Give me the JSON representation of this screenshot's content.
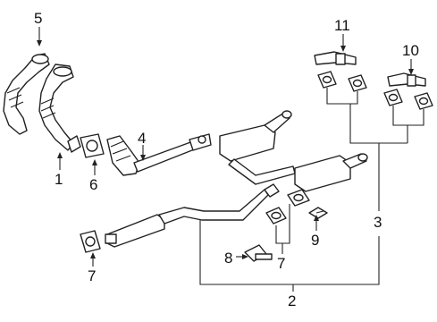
{
  "callouts": [
    "1",
    "2",
    "3",
    "4",
    "5",
    "6",
    "7",
    "7",
    "8",
    "9",
    "10",
    "11"
  ],
  "icons": {
    "arrow": "arrow-head"
  }
}
